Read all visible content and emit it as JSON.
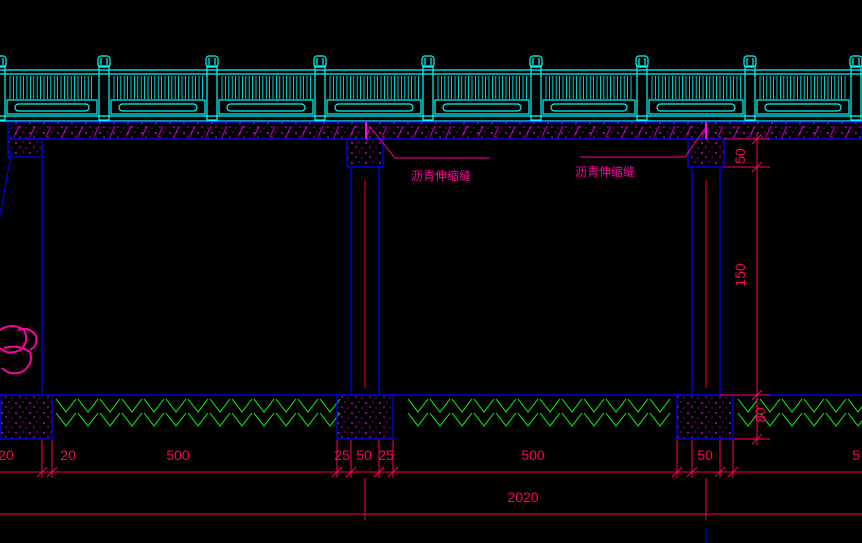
{
  "drawing": {
    "annotations": {
      "joint_label_1": "沥青伸缩缝",
      "joint_label_2": "沥青伸缩缝"
    },
    "dimensions": {
      "horizontal": [
        "20",
        "20",
        "500",
        "25",
        "50",
        "25",
        "500",
        "50",
        "5"
      ],
      "overall": "2020",
      "vertical": [
        "50",
        "150",
        "80"
      ]
    },
    "colors": {
      "background": "#000000",
      "railing": "#00ffff",
      "outline": "#0000ff",
      "dimension": "#ff0055",
      "annotation": "#ff00a0",
      "ground": "#00ff00",
      "concrete": "#ff00ff",
      "centerline": "#ff0000"
    }
  }
}
